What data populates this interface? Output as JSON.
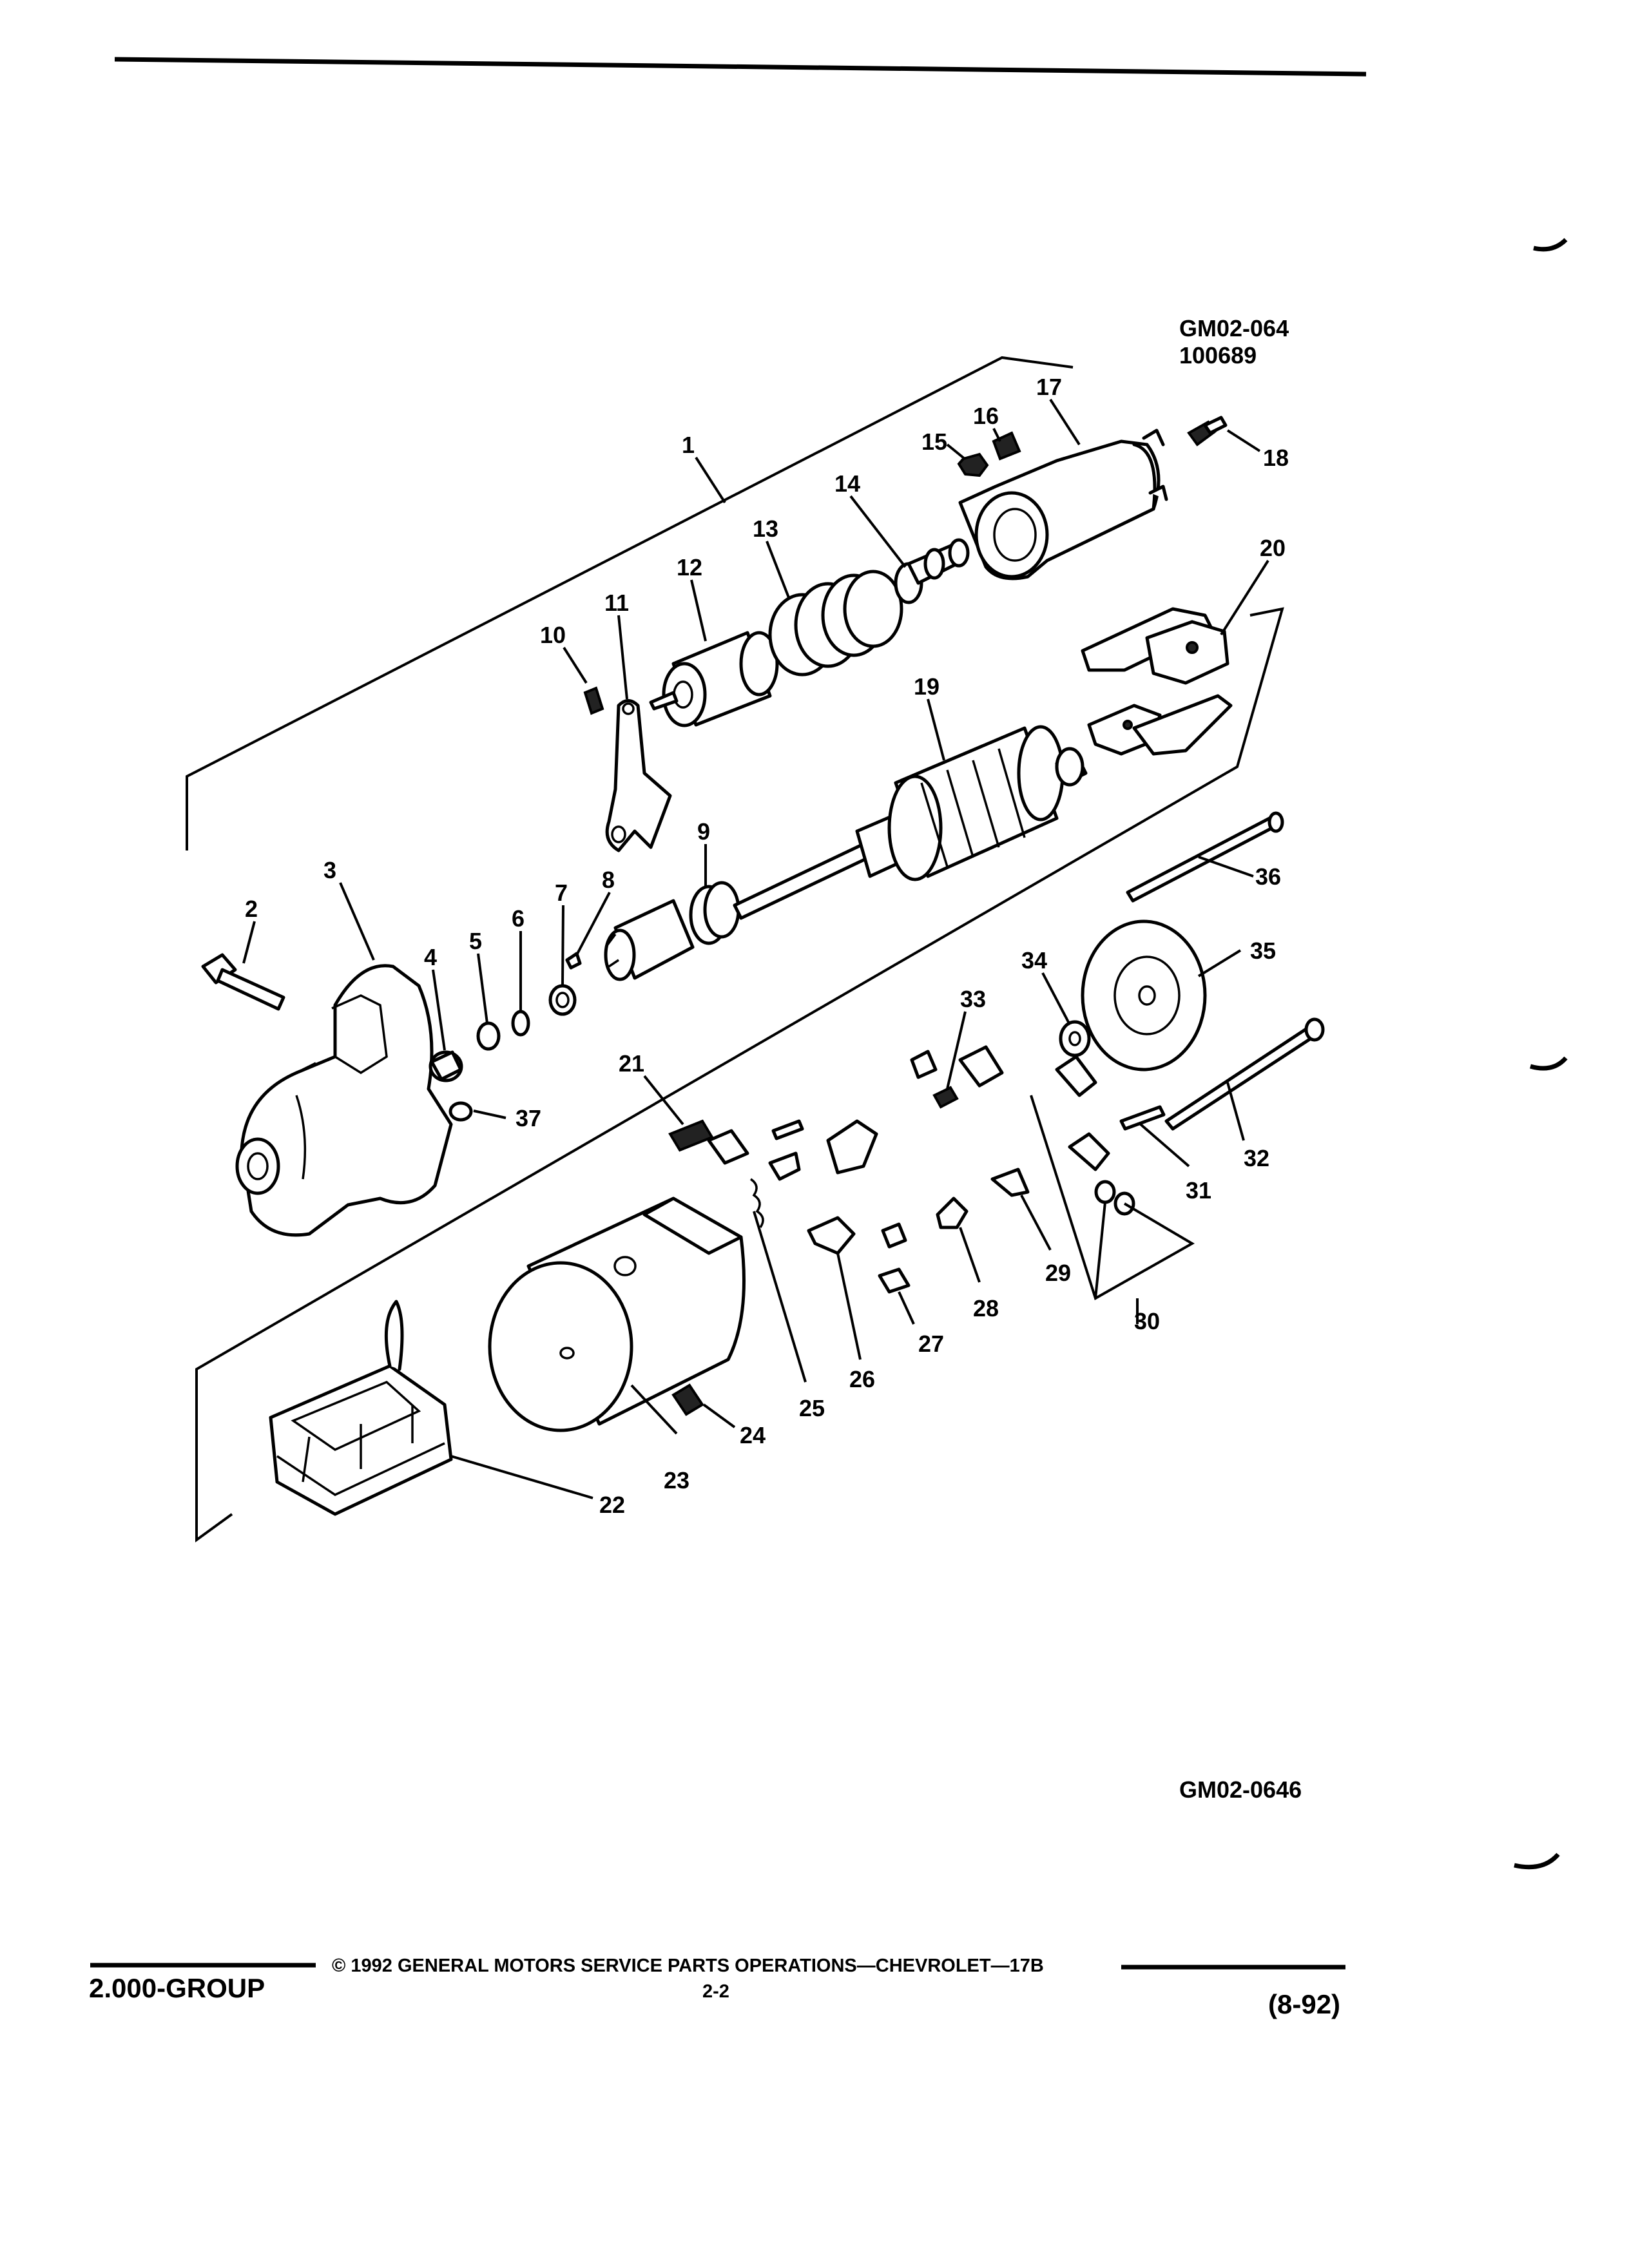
{
  "diagram": {
    "code_top": "GM02-064",
    "code_date": "100689",
    "code_bottom": "GM02-0646"
  },
  "callouts": [
    "1",
    "2",
    "3",
    "4",
    "5",
    "6",
    "7",
    "8",
    "9",
    "10",
    "11",
    "12",
    "13",
    "14",
    "15",
    "16",
    "17",
    "18",
    "19",
    "20",
    "21",
    "22",
    "23",
    "24",
    "25",
    "26",
    "27",
    "28",
    "29",
    "30",
    "31",
    "32",
    "33",
    "34",
    "35",
    "36",
    "37"
  ],
  "footer": {
    "group": "2.000-GROUP",
    "copyright": "© 1992 GENERAL MOTORS SERVICE PARTS OPERATIONS—CHEVROLET—17B",
    "page": "2-2",
    "date": "(8-92)"
  }
}
